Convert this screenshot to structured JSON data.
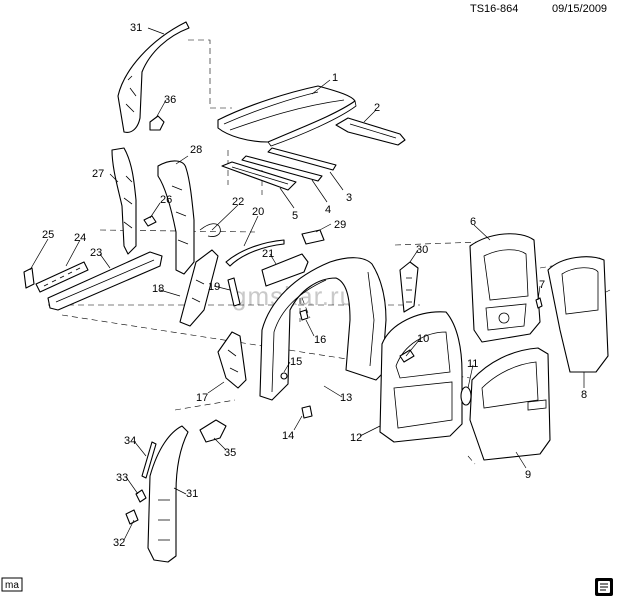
{
  "header": {
    "ref": "TS16-864",
    "date": "09/15/2009"
  },
  "watermark": "gmskar.ru",
  "footer": {
    "corner_label": "ma"
  },
  "callouts": [
    "1",
    "2",
    "3",
    "4",
    "5",
    "6",
    "7",
    "8",
    "9",
    "10",
    "11",
    "12",
    "13",
    "14",
    "15",
    "16",
    "17",
    "18",
    "19",
    "20",
    "21",
    "22",
    "23",
    "24",
    "25",
    "26",
    "27",
    "28",
    "29",
    "30",
    "31",
    "31",
    "32",
    "33",
    "34",
    "35",
    "36"
  ]
}
